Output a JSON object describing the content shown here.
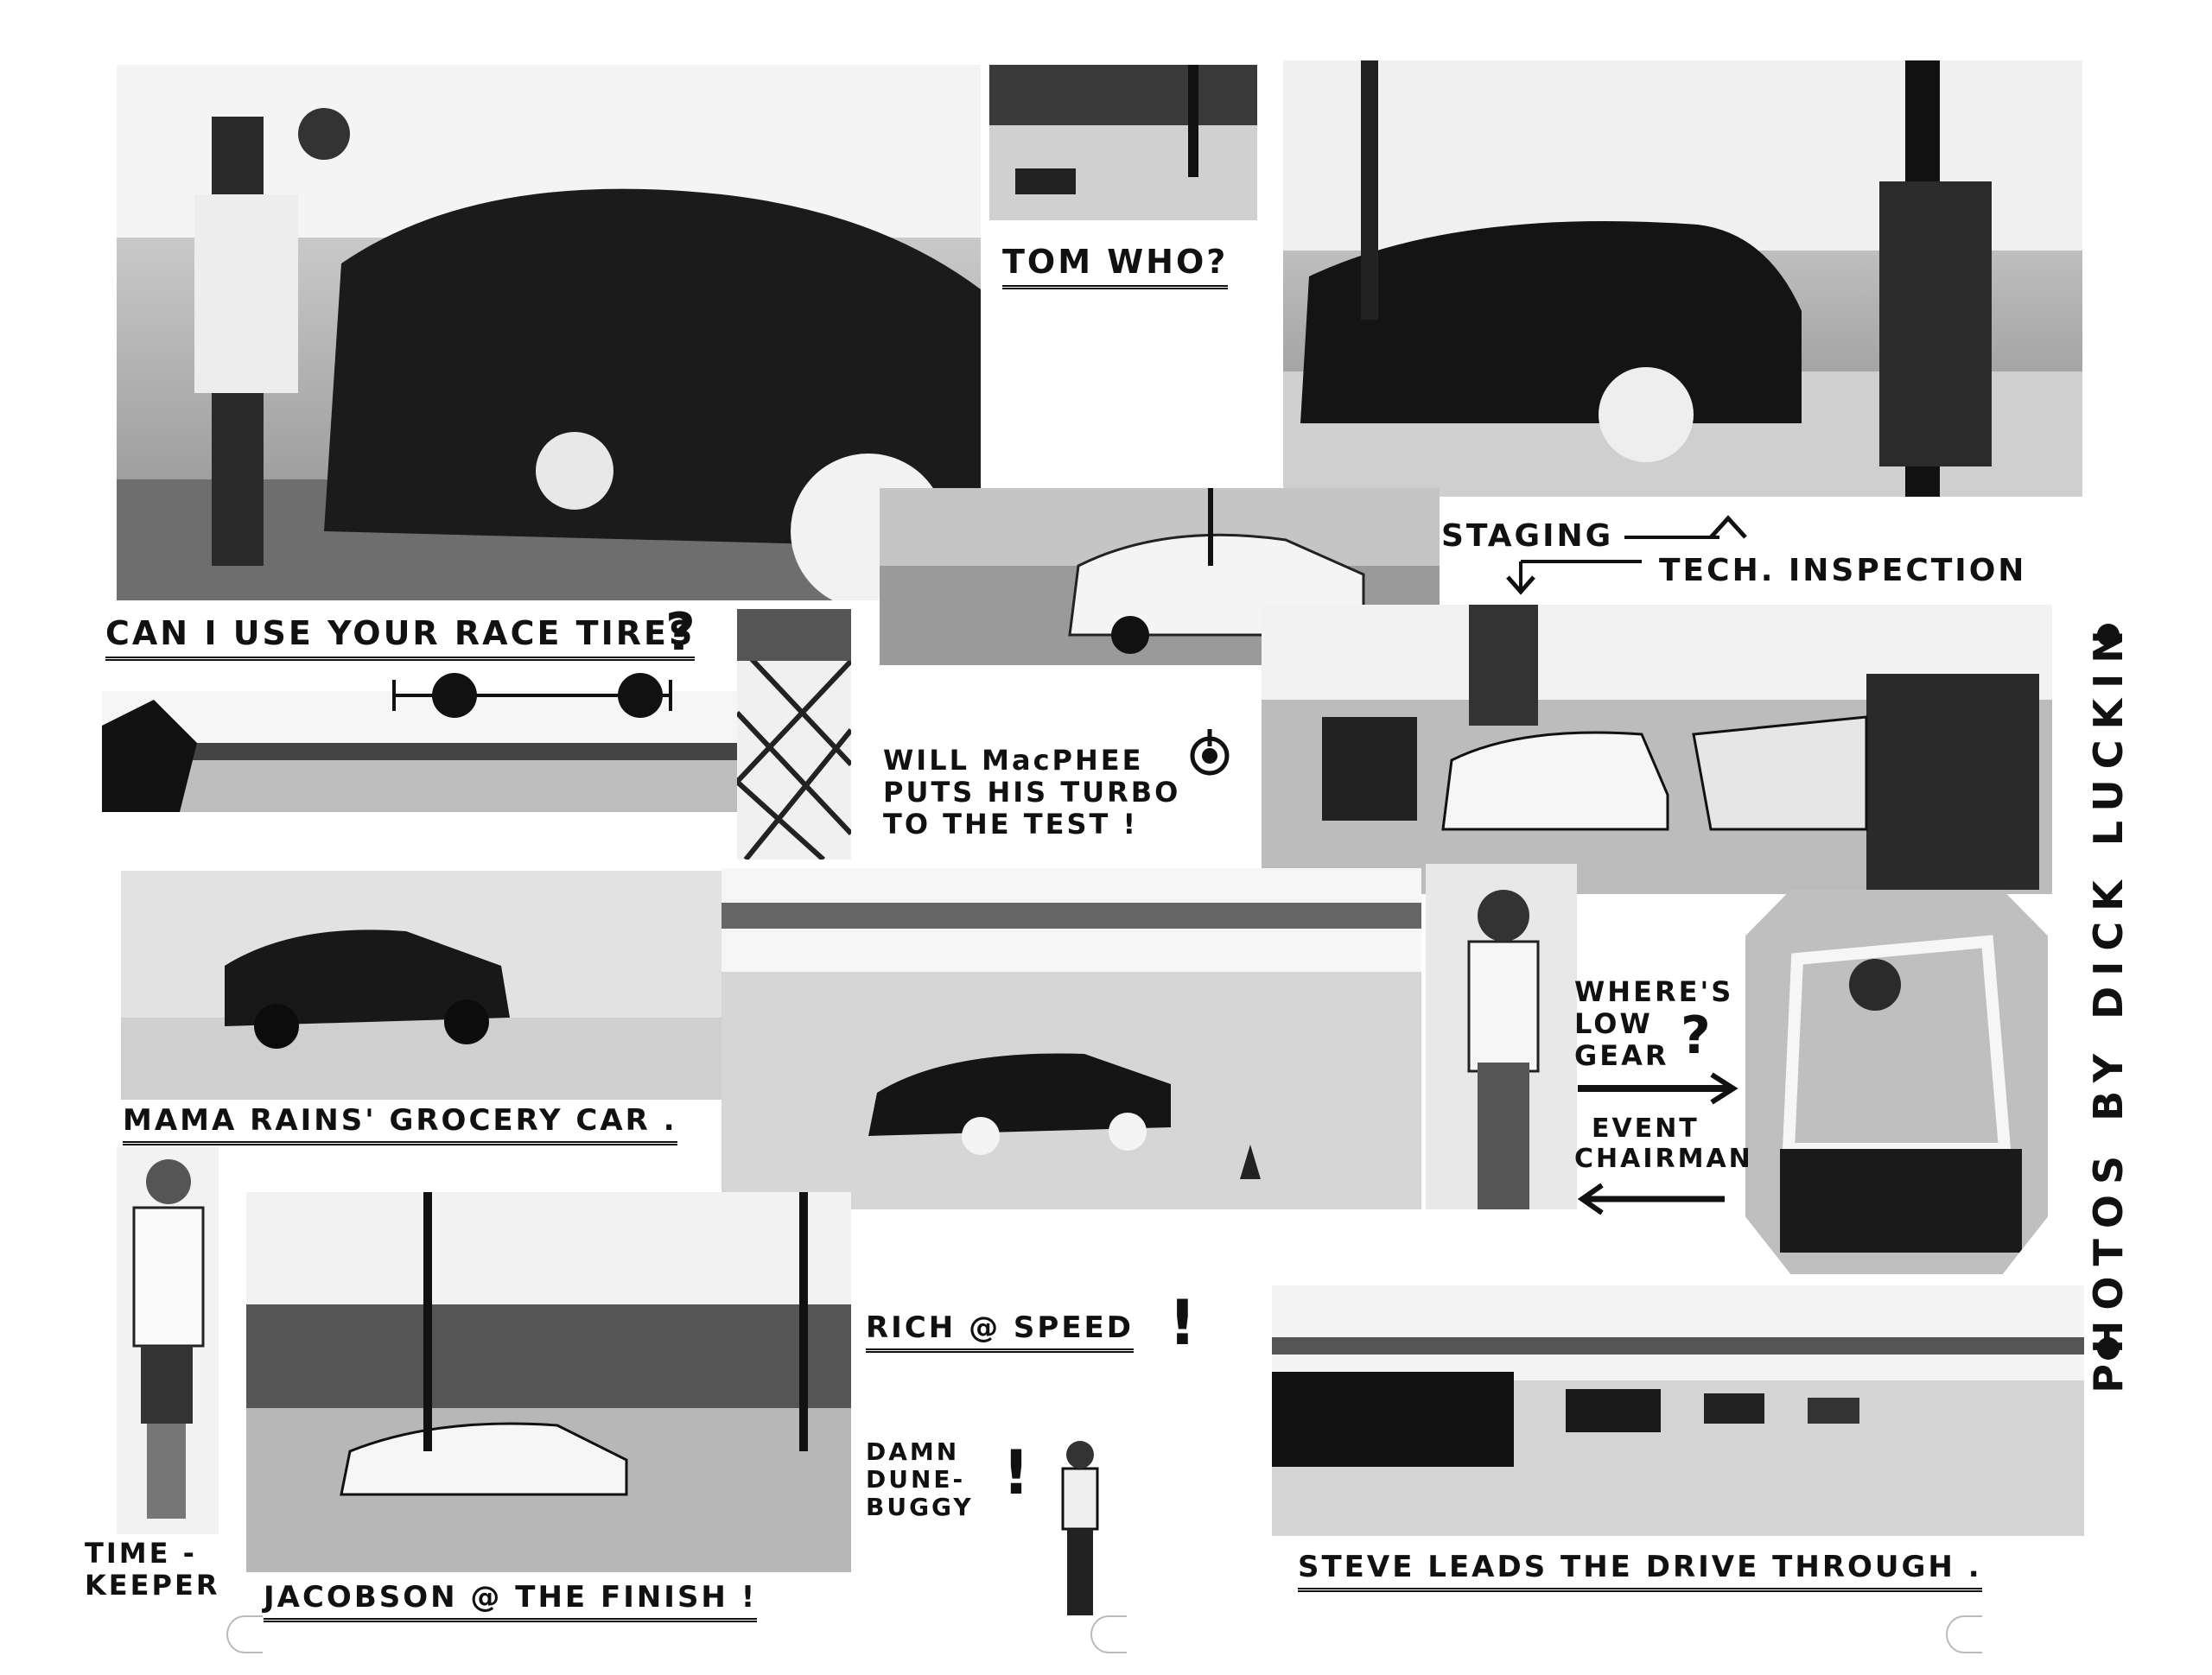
{
  "captions": {
    "tom_who": "TOM WHO?",
    "race_tires": "CAN I USE YOUR RACE TIRES",
    "staging": "STAGING",
    "tech_inspection": "TECH. INSPECTION",
    "will_macphee_1": "WILL MacPHEE",
    "will_macphee_2": "PUTS HIS TURBO",
    "will_macphee_3": "TO THE TEST !",
    "mama_rains": "MAMA RAINS' GROCERY CAR .",
    "wheres_low_gear_1": "WHERE'S",
    "wheres_low_gear_2": "LOW",
    "wheres_low_gear_3": "GEAR",
    "event_chairman_1": "EVENT",
    "event_chairman_2": "CHAIRMAN",
    "rich_speed": "RICH @ SPEED",
    "damn_dune_buggy_1": "DAMN",
    "damn_dune_buggy_2": "DUNE-",
    "damn_dune_buggy_3": "BUGGY",
    "timekeeper_1": "TIME -",
    "timekeeper_2": "KEEPER",
    "jacobson": "JACOBSON @ THE FINISH !",
    "steve": "STEVE  LEADS THE DRIVE  THROUGH .",
    "credit": "PHOTOS BY DICK LUCKIN"
  }
}
